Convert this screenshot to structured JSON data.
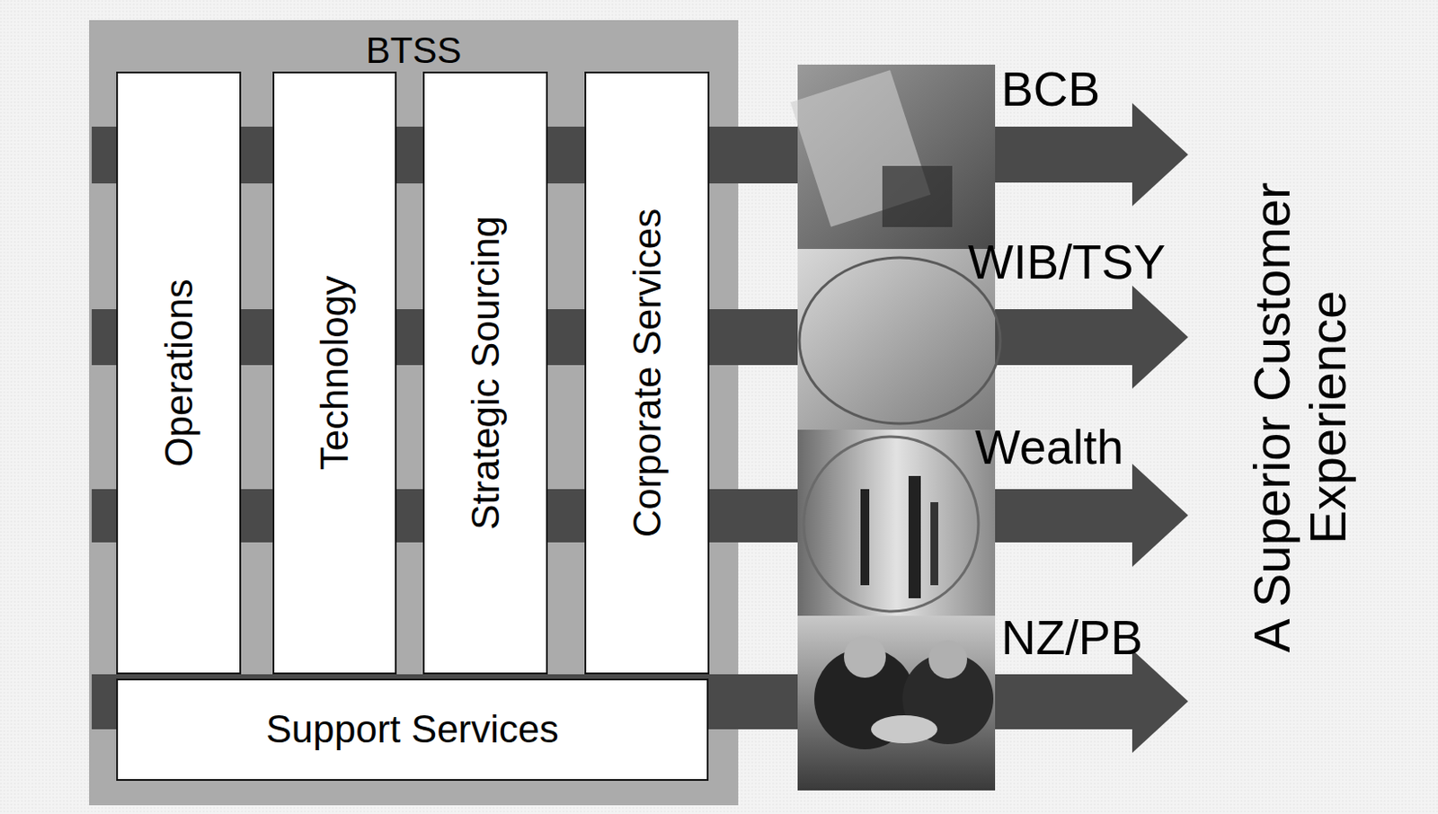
{
  "diagram": {
    "nodes": [
      {
        "text": [
          "BTSS"
        ]
      },
      {
        "text": [
          "Operations"
        ],
        "in": 0
      },
      {
        "text": [
          "Technology"
        ],
        "in": 0
      },
      {
        "text": [
          "Strategic Sourcing"
        ],
        "in": 0
      },
      {
        "text": [
          "Corporate Services"
        ],
        "in": 0
      },
      {
        "text": [
          "Support Services"
        ],
        "in": 0
      }
    ],
    "labels": [
      "BCB",
      "WIB/TSY",
      "Wealth",
      "NZ/PB",
      "A Superior Customer Experience"
    ]
  }
}
